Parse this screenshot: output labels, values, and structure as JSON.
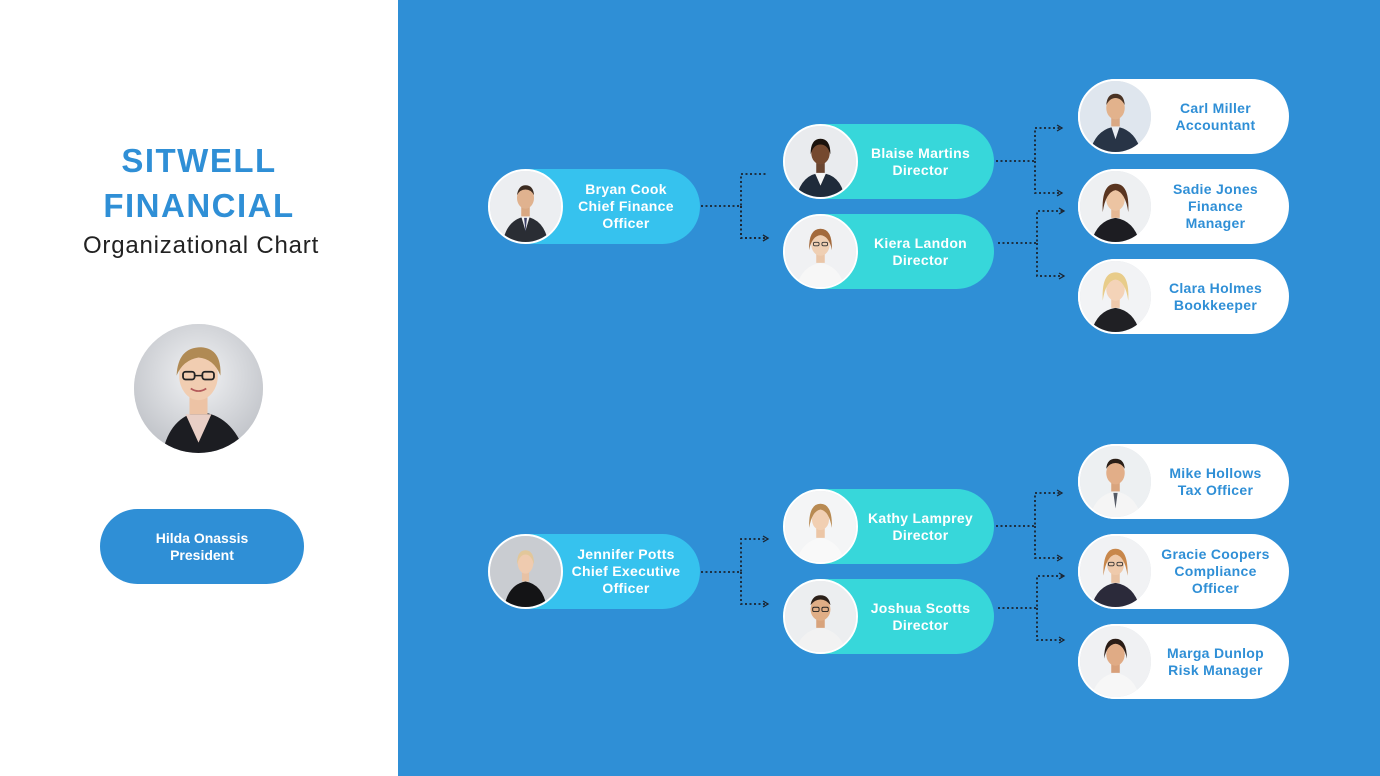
{
  "company": {
    "line1": "SITWELL",
    "line2": "FINANCIAL",
    "subtitle": "Organizational Chart"
  },
  "president": {
    "name": "Hilda Onassis",
    "title": "President"
  },
  "branches": [
    {
      "head": {
        "name": "Bryan Cook",
        "title_lines": [
          "Chief Finance",
          "Officer"
        ]
      },
      "directors": [
        {
          "name": "Blaise Martins",
          "title": "Director",
          "reports": [
            {
              "name": "Carl Miller",
              "title_lines": [
                "Accountant"
              ]
            },
            {
              "name": "Sadie Jones",
              "title_lines": [
                "Finance",
                "Manager"
              ]
            }
          ]
        },
        {
          "name": "Kiera Landon",
          "title": "Director",
          "reports": [
            {
              "name": "Clara Holmes",
              "title_lines": [
                "Bookkeeper"
              ]
            }
          ]
        }
      ]
    },
    {
      "head": {
        "name": "Jennifer Potts",
        "title_lines": [
          "Chief Executive",
          "Officer"
        ]
      },
      "directors": [
        {
          "name": "Kathy Lamprey",
          "title": "Director",
          "reports": [
            {
              "name": "Mike Hollows",
              "title_lines": [
                "Tax Officer"
              ]
            },
            {
              "name": "Gracie Coopers",
              "title_lines": [
                "Compliance",
                "Officer"
              ]
            }
          ]
        },
        {
          "name": "Joshua Scotts",
          "title": "Director",
          "reports": [
            {
              "name": "Marga Dunlop",
              "title_lines": [
                "Risk Manager"
              ]
            }
          ]
        }
      ]
    }
  ],
  "colors": {
    "brand_blue": "#2f8fd6",
    "level1_pill": "#36c2ee",
    "level2_pill": "#37d7da",
    "level3_pill": "#ffffff",
    "connector": "#1b2430"
  }
}
